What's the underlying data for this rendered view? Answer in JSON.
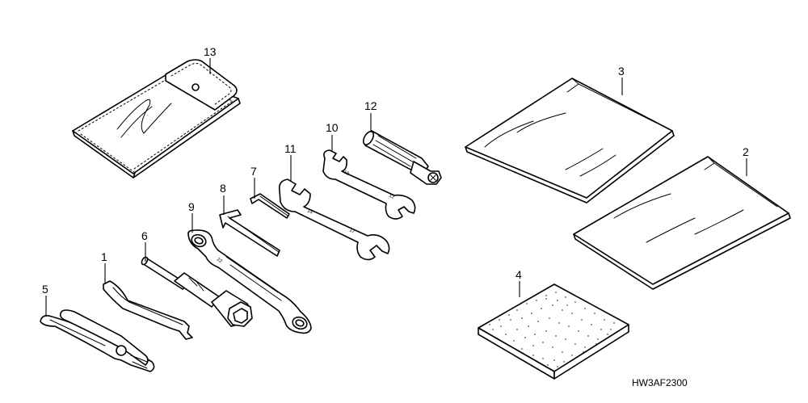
{
  "callouts": [
    {
      "id": "1",
      "part": "tool-1"
    },
    {
      "id": "2",
      "part": "bag-2"
    },
    {
      "id": "3",
      "part": "bag-3"
    },
    {
      "id": "4",
      "part": "pad-4"
    },
    {
      "id": "5",
      "part": "pliers-5"
    },
    {
      "id": "6",
      "part": "spark-plug-wrench-6"
    },
    {
      "id": "7",
      "part": "hex-key-7"
    },
    {
      "id": "8",
      "part": "hex-key-8"
    },
    {
      "id": "9",
      "part": "box-wrench-9"
    },
    {
      "id": "10",
      "part": "open-end-wrench-10"
    },
    {
      "id": "11",
      "part": "open-end-wrench-11"
    },
    {
      "id": "12",
      "part": "screwdriver-handle-12"
    },
    {
      "id": "13",
      "part": "tool-bag-13"
    }
  ],
  "wrench_marks": {
    "w10_a": "10",
    "w10_b": "12",
    "w11_a": "14",
    "w11_b": "17",
    "w9_mark": "22"
  },
  "diagram_code": "HW3AF2300"
}
